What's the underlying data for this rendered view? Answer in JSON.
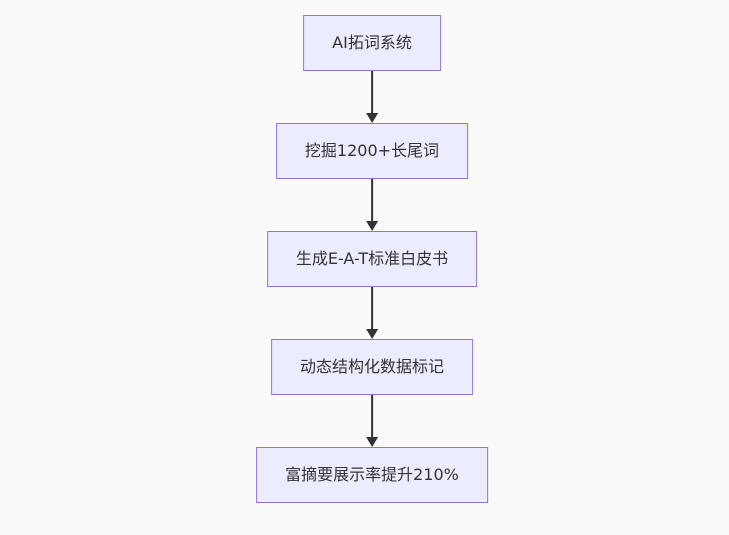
{
  "diagram": {
    "type": "flowchart",
    "direction": "top-down",
    "nodes": [
      {
        "id": "A",
        "label": "AI拓词系统"
      },
      {
        "id": "B",
        "label": "挖掘1200+长尾词"
      },
      {
        "id": "C",
        "label": "生成E-A-T标准白皮书"
      },
      {
        "id": "D",
        "label": "动态结构化数据标记"
      },
      {
        "id": "E",
        "label": "富摘要展示率提升210%"
      }
    ],
    "edges": [
      {
        "from": "A",
        "to": "B"
      },
      {
        "from": "B",
        "to": "C"
      },
      {
        "from": "C",
        "to": "D"
      },
      {
        "from": "D",
        "to": "E"
      }
    ],
    "colors": {
      "page_background": "#fafafa",
      "node_fill": "#ECECFF",
      "node_border": "#9370DB",
      "arrow": "#333333",
      "text": "#333333"
    }
  }
}
